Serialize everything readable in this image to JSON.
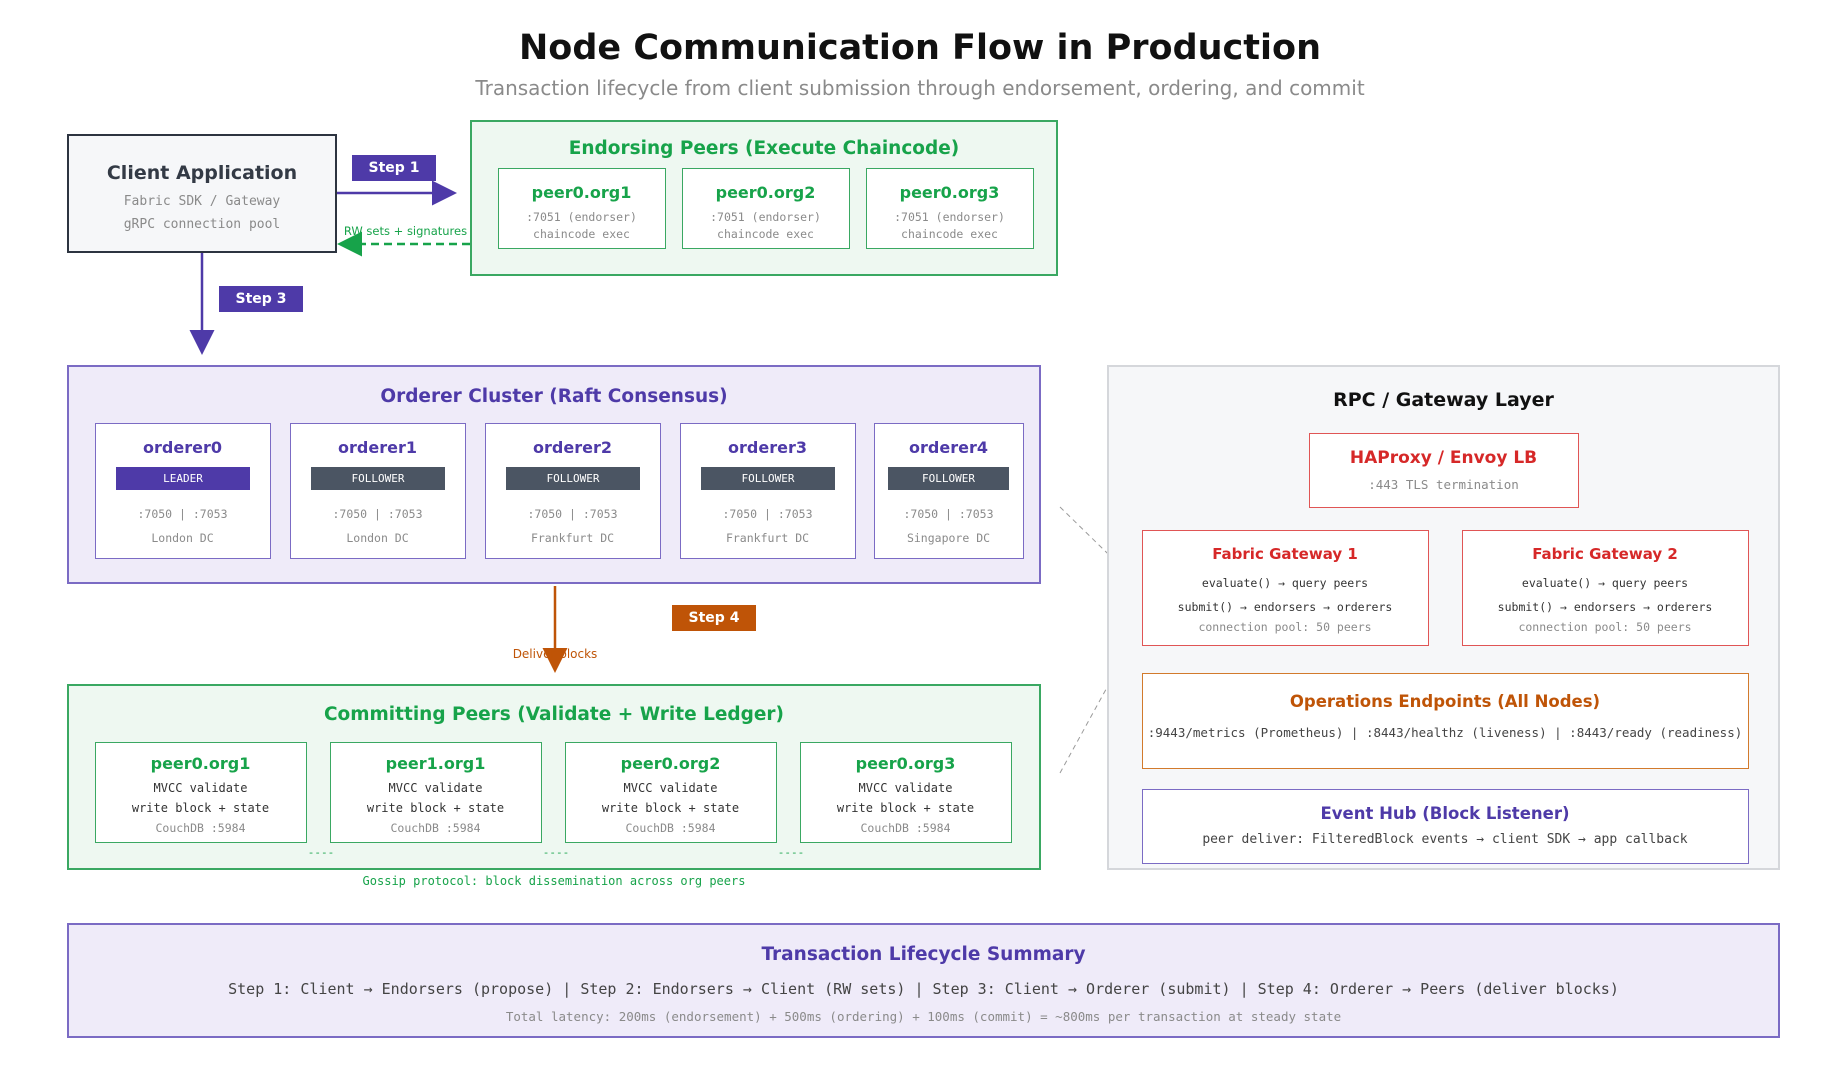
{
  "title": "Node Communication Flow in Production",
  "subtitle": "Transaction lifecycle from client submission through endorsement, ordering, and commit",
  "client": {
    "title": "Client Application",
    "line1": "Fabric SDK / Gateway",
    "line2": "gRPC connection pool"
  },
  "steps": {
    "step1": "Step 1",
    "step3": "Step 3",
    "step4": "Step 4",
    "rw_label": "RW sets + signatures",
    "deliver_label": "Deliver blocks"
  },
  "endorsing": {
    "title": "Endorsing Peers (Execute Chaincode)",
    "peers": [
      {
        "name": "peer0.org1",
        "port": ":7051 (endorser)",
        "role": "chaincode exec"
      },
      {
        "name": "peer0.org2",
        "port": ":7051 (endorser)",
        "role": "chaincode exec"
      },
      {
        "name": "peer0.org3",
        "port": ":7051 (endorser)",
        "role": "chaincode exec"
      }
    ]
  },
  "orderers": {
    "title": "Orderer Cluster (Raft Consensus)",
    "nodes": [
      {
        "name": "orderer0",
        "status": "LEADER",
        "ports": ":7050 | :7053",
        "dc": "London DC"
      },
      {
        "name": "orderer1",
        "status": "FOLLOWER",
        "ports": ":7050 | :7053",
        "dc": "London DC"
      },
      {
        "name": "orderer2",
        "status": "FOLLOWER",
        "ports": ":7050 | :7053",
        "dc": "Frankfurt DC"
      },
      {
        "name": "orderer3",
        "status": "FOLLOWER",
        "ports": ":7050 | :7053",
        "dc": "Frankfurt DC"
      },
      {
        "name": "orderer4",
        "status": "FOLLOWER",
        "ports": ":7050 | :7053",
        "dc": "Singapore DC"
      }
    ]
  },
  "committing": {
    "title": "Committing Peers (Validate + Write Ledger)",
    "peers": [
      {
        "name": "peer0.org1",
        "l1": "MVCC validate",
        "l2": "write block + state",
        "l3": "CouchDB :5984"
      },
      {
        "name": "peer1.org1",
        "l1": "MVCC validate",
        "l2": "write block + state",
        "l3": "CouchDB :5984"
      },
      {
        "name": "peer0.org2",
        "l1": "MVCC validate",
        "l2": "write block + state",
        "l3": "CouchDB :5984"
      },
      {
        "name": "peer0.org3",
        "l1": "MVCC validate",
        "l2": "write block + state",
        "l3": "CouchDB :5984"
      }
    ],
    "gossip_dash": "----",
    "gossip": "Gossip protocol: block dissemination across org peers"
  },
  "gateway": {
    "title": "RPC / Gateway Layer",
    "lb": {
      "title": "HAProxy / Envoy LB",
      "sub": ":443 TLS termination"
    },
    "gateways": [
      {
        "title": "Fabric Gateway 1",
        "l1": "evaluate() → query peers",
        "l2": "submit() → endorsers → orderers",
        "l3": "connection pool: 50 peers"
      },
      {
        "title": "Fabric Gateway 2",
        "l1": "evaluate() → query peers",
        "l2": "submit() → endorsers → orderers",
        "l3": "connection pool: 50 peers"
      }
    ],
    "ops": {
      "title": "Operations Endpoints (All Nodes)",
      "sub": ":9443/metrics (Prometheus) | :8443/healthz (liveness) | :8443/ready (readiness)"
    },
    "hub": {
      "title": "Event Hub (Block Listener)",
      "sub": "peer deliver: FilteredBlock events → client SDK → app callback"
    }
  },
  "summary": {
    "title": "Transaction Lifecycle Summary",
    "line1": "Step 1: Client → Endorsers (propose) | Step 2: Endorsers → Client (RW sets) | Step 3: Client → Orderer (submit) | Step 4: Orderer → Peers (deliver blocks)",
    "line2": "Total latency: 200ms (endorsement) + 500ms (ordering) + 100ms (commit) = ~800ms per transaction at steady state"
  },
  "colors": {
    "green": "#17a34a",
    "purple": "#4e3aa8",
    "red": "#d62828",
    "orange": "#bf5407",
    "follower": "#4b5563"
  }
}
